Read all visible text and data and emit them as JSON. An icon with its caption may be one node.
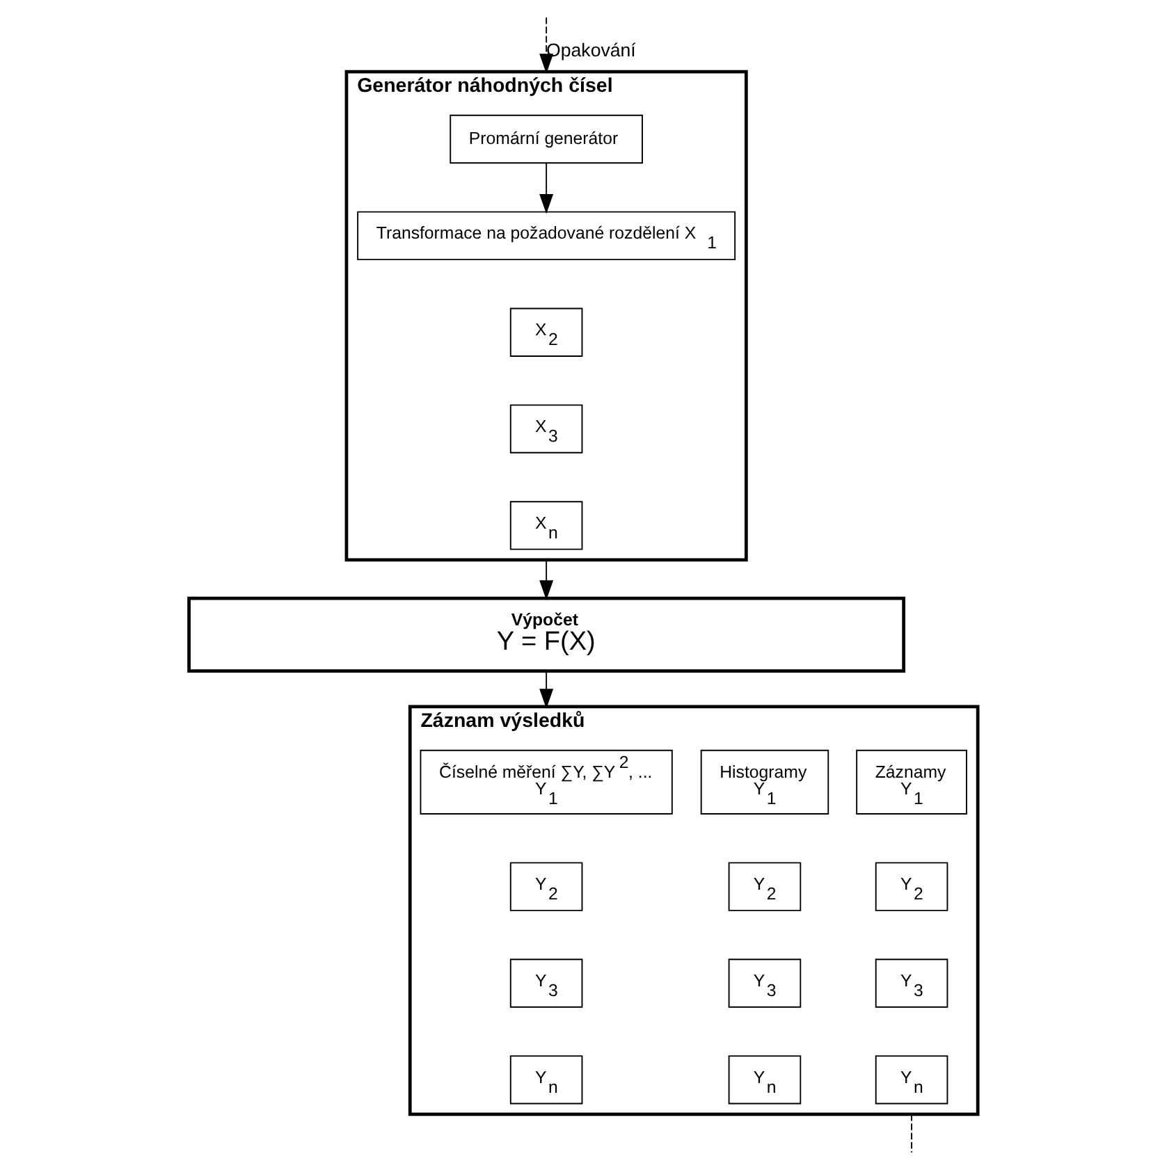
{
  "diagram": {
    "nodes": [
      {
        "text": [
          "Generátor náhodných čísel"
        ]
      },
      {
        "text": [
          "Promární generátor"
        ],
        "in": 0
      },
      {
        "text": [
          "Transformace na požadované rozdělení X$_{1}$"
        ],
        "in": 0
      },
      {
        "text": [
          "X$_{2}$"
        ],
        "in": 0
      },
      {
        "text": [
          "X$_{3}$"
        ],
        "in": 0
      },
      {
        "text": [
          "X$_{n}$"
        ],
        "in": 0
      },
      {
        "text": [
          "Výpočet",
          "Y = F(X)"
        ]
      },
      {
        "text": [
          "Záznam výsledků"
        ]
      },
      {
        "text": [
          "Číselné měření ∑Y, ∑Y$^{2}$, ...",
          "Y$_{1}$"
        ],
        "in": 7
      },
      {
        "text": [
          "Y$_{2}$"
        ],
        "in": 7
      },
      {
        "text": [
          "Y$_{3}$"
        ],
        "in": 7
      },
      {
        "text": [
          "Y$_{n}$"
        ],
        "in": 7
      },
      {
        "text": [
          "Histogramy",
          "Y$_{1}$"
        ],
        "in": 7
      },
      {
        "text": [
          "Y$_{2}$"
        ],
        "in": 7
      },
      {
        "text": [
          "Y$_{3}$"
        ],
        "in": 7
      },
      {
        "text": [
          "Y$_{n}$"
        ],
        "in": 7
      },
      {
        "text": [
          "Záznamy",
          "Y$_{1}$"
        ],
        "in": 7
      },
      {
        "text": [
          "Y$_{2}$"
        ],
        "in": 7
      },
      {
        "text": [
          "Y$_{3}$"
        ],
        "in": 7
      },
      {
        "text": [
          "Y$_{n}$"
        ],
        "in": 7
      }
    ],
    "edges": [
      {
        "from": null,
        "to": 0,
        "arrow": "to",
        "style": "dashed",
        "label": "Opakování"
      },
      {
        "from": 1,
        "to": 2,
        "arrow": "to"
      },
      {
        "from": 0,
        "to": 6,
        "arrow": "to"
      },
      {
        "from": 6,
        "to": 7,
        "arrow": "to"
      },
      {
        "from": 7,
        "to": null,
        "arrow": "none",
        "style": "dashed"
      }
    ]
  }
}
